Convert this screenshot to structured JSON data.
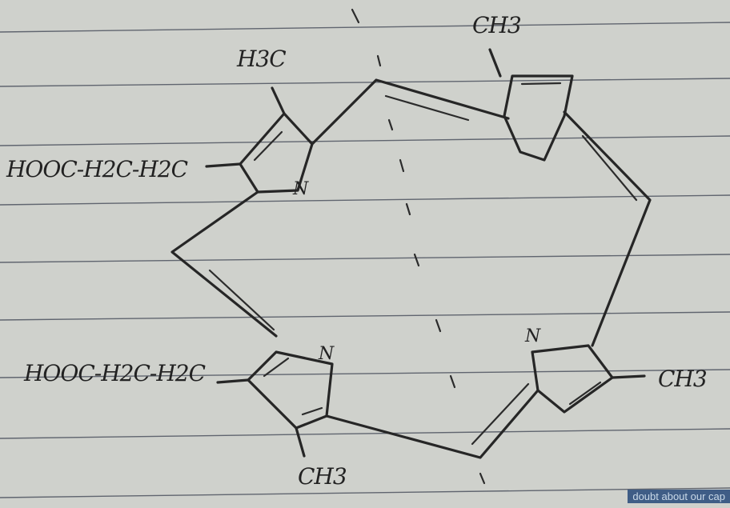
{
  "labels": {
    "top_ch3": "CH3",
    "h3c": "H3C",
    "upper_chain": "HOOC-H2C-H2C",
    "upper_n": "N",
    "lower_chain": "HOOC-H2C-H2C",
    "lower_n": "N",
    "bottom_ch3": "CH3",
    "right_n": "N",
    "right_ch3": "CH3",
    "footer": "doubt about our cap"
  }
}
